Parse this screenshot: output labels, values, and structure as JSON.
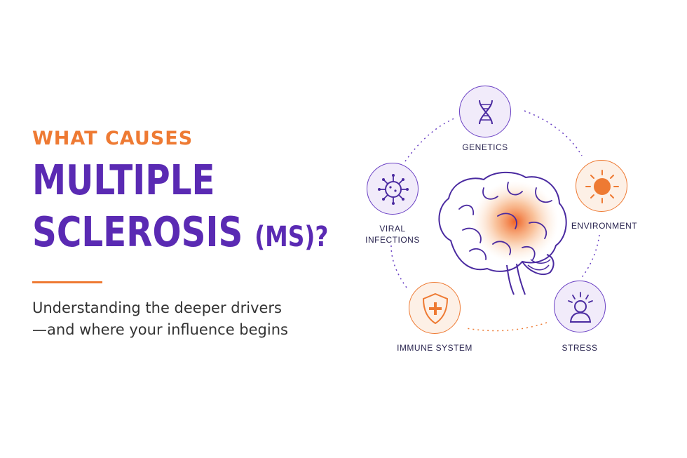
{
  "heading": {
    "eyebrow": "WHAT CAUSES",
    "title_line1": "MULTIPLE",
    "title_line2": "SCLEROSIS",
    "title_suffix": "(MS)?",
    "subtitle_line1": "Understanding the deeper drivers",
    "subtitle_line2": "—and where your influence begins"
  },
  "factors": {
    "genetics": {
      "label": "GENETICS",
      "icon": "dna-icon"
    },
    "environment": {
      "label": "ENVIRONMENT",
      "icon": "sun-icon"
    },
    "stress": {
      "label": "STRESS",
      "icon": "stressed-person-icon"
    },
    "immune": {
      "label": "IMMUNE SYSTEM",
      "icon": "shield-cross-icon"
    },
    "viral_line1": "VIRAL",
    "viral_line2": "INFECTIONS",
    "viral_icon": "virus-icon"
  },
  "center": {
    "icon": "brain-icon"
  },
  "colors": {
    "purple": "#5a2ab3",
    "orange": "#ee7a33",
    "text": "#2a2550"
  }
}
